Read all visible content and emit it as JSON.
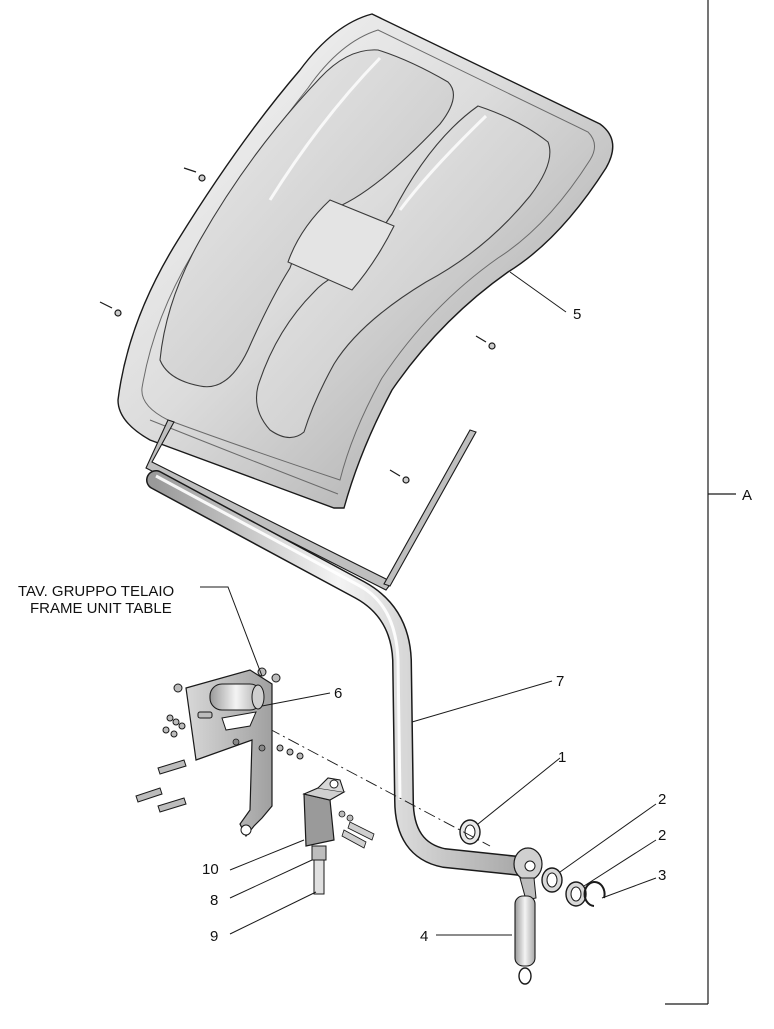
{
  "diagram": {
    "reference_label": "A",
    "ref_table": {
      "line1": "TAV. GRUPPO TELAIO",
      "line2": "FRAME UNIT TABLE"
    },
    "callouts": [
      {
        "id": "part-1",
        "text": "1"
      },
      {
        "id": "part-2a",
        "text": "2"
      },
      {
        "id": "part-2b",
        "text": "2"
      },
      {
        "id": "part-3",
        "text": "3"
      },
      {
        "id": "part-4",
        "text": "4"
      },
      {
        "id": "part-5",
        "text": "5"
      },
      {
        "id": "part-6",
        "text": "6"
      },
      {
        "id": "part-7",
        "text": "7"
      },
      {
        "id": "part-8",
        "text": "8"
      },
      {
        "id": "part-9",
        "text": "9"
      },
      {
        "id": "part-10",
        "text": "10"
      }
    ]
  },
  "colors": {
    "line": "#1a1a1a",
    "metal_light": "#f2f2f2",
    "metal_mid": "#c8c8c8",
    "metal_dark": "#8a8a8a"
  }
}
